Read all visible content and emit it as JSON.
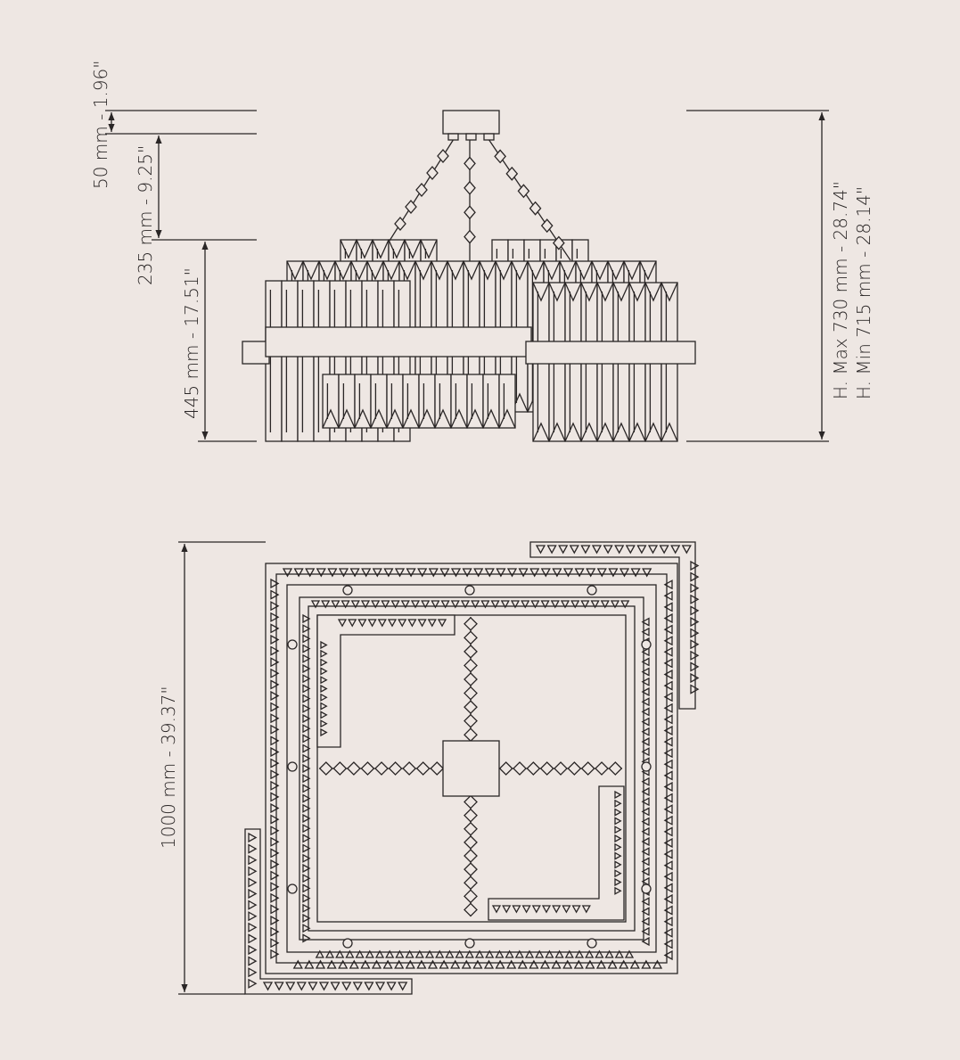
{
  "elevation": {
    "dim_canopy": "50 mm - 1.96\"",
    "dim_chain": "235 mm - 9.25\"",
    "dim_body": "445 mm - 17.51\"",
    "dim_hmax": "H. Max 730 mm - 28.74\"",
    "dim_hmin": "H. Min 715 mm - 28.14\""
  },
  "plan": {
    "dim_width": "1000 mm - 39.37\""
  },
  "colors": {
    "background": "#eee7e3",
    "line": "#2a2626"
  }
}
